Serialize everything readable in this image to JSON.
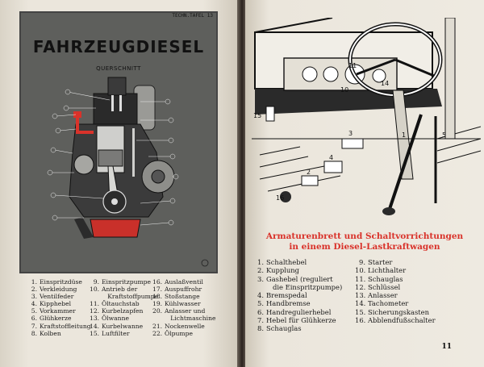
{
  "left_page": {
    "plate_tag": "TECHN.TAFEL 13",
    "title": "FAHRZEUGDIESEL",
    "subtitle": "QUERSCHNITT",
    "legend_columns": [
      [
        {
          "num": "1.",
          "text": "Einspritzdüse"
        },
        {
          "num": "2.",
          "text": "Verkleidung"
        },
        {
          "num": "3.",
          "text": "Ventilfeder"
        },
        {
          "num": "4.",
          "text": "Kipphebel"
        },
        {
          "num": "5.",
          "text": "Vorkammer"
        },
        {
          "num": "6.",
          "text": "Glühkerze"
        },
        {
          "num": "7.",
          "text": "Kraftstoffleitung"
        },
        {
          "num": "8.",
          "text": "Kolben"
        }
      ],
      [
        {
          "num": "9.",
          "text": "Einspritzpumpe"
        },
        {
          "num": "10.",
          "text": "Antrieb der\n   Kraftstoffpumpe"
        },
        {
          "num": "11.",
          "text": "Öltauchstab"
        },
        {
          "num": "12.",
          "text": "Kurbelzapfen"
        },
        {
          "num": "13.",
          "text": "Ölwanne"
        },
        {
          "num": "14.",
          "text": "Kurbelwanne"
        },
        {
          "num": "15.",
          "text": "Luftfilter"
        }
      ],
      [
        {
          "num": "16.",
          "text": "Auslaßventil"
        },
        {
          "num": "17.",
          "text": "Auspuffrohr"
        },
        {
          "num": "18.",
          "text": "Stoßstange"
        },
        {
          "num": "19.",
          "text": "Kühlwasser"
        },
        {
          "num": "20.",
          "text": "Anlasser und\n   Lichtmaschine"
        },
        {
          "num": "21.",
          "text": "Nockenwelle"
        },
        {
          "num": "22.",
          "text": "Ölpumpe"
        }
      ]
    ]
  },
  "right_page": {
    "heading_line1": "Armaturenbrett und Schaltvorrichtungen",
    "heading_line2": "in einem Diesel-Lastkraftwagen",
    "legend_columns": [
      [
        {
          "num": "1.",
          "text": "Schalthebel"
        },
        {
          "num": "2.",
          "text": "Kupplung"
        },
        {
          "num": "3.",
          "text": "Gashebel (reguliert\n   die Einspritzpumpe)"
        },
        {
          "num": "4.",
          "text": "Bremspedal"
        },
        {
          "num": "5.",
          "text": "Handbremse"
        },
        {
          "num": "6.",
          "text": "Handregulierhebel"
        },
        {
          "num": "7.",
          "text": "Hebel für Glühkerze"
        },
        {
          "num": "8.",
          "text": "Schauglas"
        }
      ],
      [
        {
          "num": "9.",
          "text": "Starter"
        },
        {
          "num": "10.",
          "text": "Lichthalter"
        },
        {
          "num": "11.",
          "text": "Schauglas"
        },
        {
          "num": "12.",
          "text": "Schlüssel"
        },
        {
          "num": "13.",
          "text": "Anlasser"
        },
        {
          "num": "14.",
          "text": "Tachometer"
        },
        {
          "num": "15.",
          "text": "Sicherungskasten"
        },
        {
          "num": "16.",
          "text": "Abblendfußschalter"
        }
      ]
    ],
    "page_number": "11"
  },
  "colors": {
    "accent_red": "#d9322a",
    "plate_gray": "#5e5f5c",
    "paper": "#ebe6dc"
  }
}
